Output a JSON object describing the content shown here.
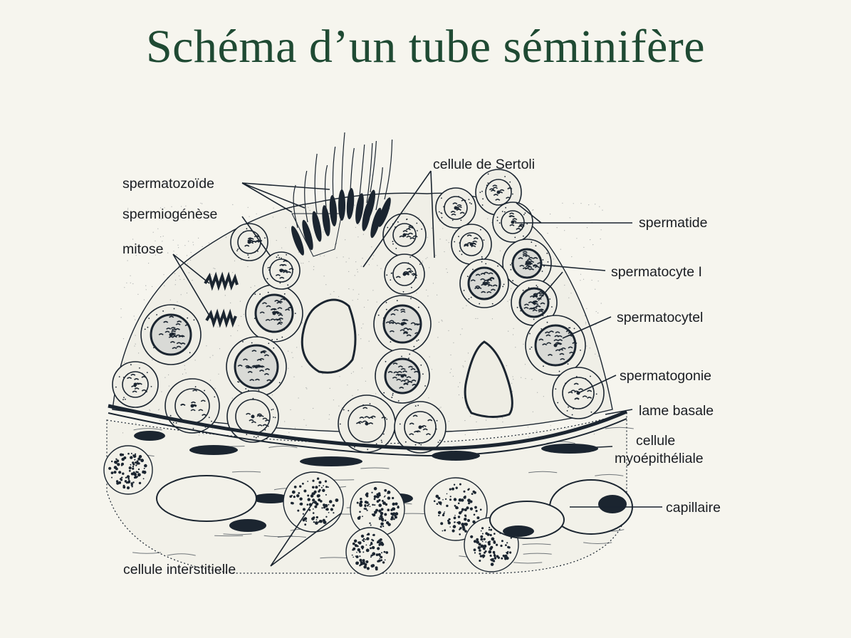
{
  "title": "Schéma d’un tube séminifère",
  "labels": {
    "spermatozoide": "spermatozoïde",
    "spermiogenese": "spermiogénèse",
    "mitose": "mitose",
    "sertoli": "cellule de Sertoli",
    "spermatide": "spermatide",
    "spermatocyte1": "spermatocyte I",
    "spermatocyte2": "spermatocytel",
    "spermatogonie": "spermatogonie",
    "lame_basale": "lame basale",
    "myo_line1": "cellule",
    "myo_line2": "myoépithéliale",
    "capillaire": "capillaire",
    "interstitielle": "cellule interstitielle"
  },
  "colors": {
    "ink": "#1b2530",
    "title": "#1f4a33",
    "background": "#f6f5ee",
    "cell_fill": "#efeee6"
  }
}
